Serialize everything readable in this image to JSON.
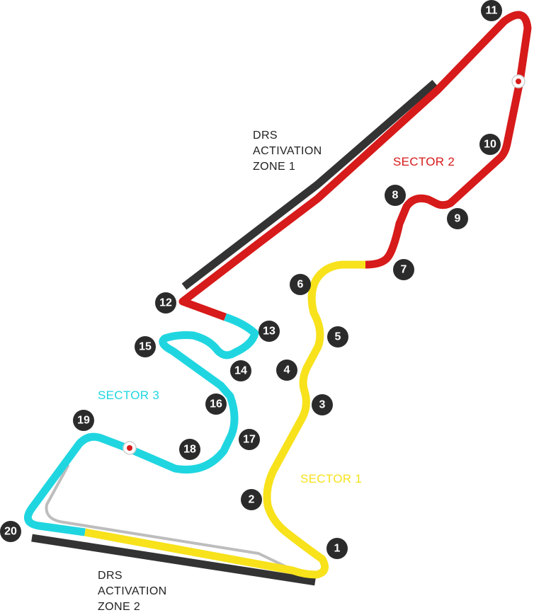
{
  "colors": {
    "sector1": "#f7e21b",
    "sector2": "#d71a1a",
    "sector3": "#1fd6e0",
    "pit_lane": "#bdbdbd",
    "drs_zone": "#333333",
    "marker": "#2b2b2b",
    "marker_text": "#ffffff"
  },
  "sectors": [
    {
      "label": "SECTOR 1",
      "color": "#f7e21b"
    },
    {
      "label": "SECTOR 2",
      "color": "#d71a1a"
    },
    {
      "label": "SECTOR 3",
      "color": "#1fd6e0"
    }
  ],
  "drs_zones": [
    {
      "lines": [
        "DRS",
        "ACTIVATION",
        "ZONE 1"
      ]
    },
    {
      "lines": [
        "DRS",
        "ACTIVATION",
        "ZONE 2"
      ]
    }
  ],
  "turns": [
    "1",
    "2",
    "3",
    "4",
    "5",
    "6",
    "7",
    "8",
    "9",
    "10",
    "11",
    "12",
    "13",
    "14",
    "15",
    "16",
    "17",
    "18",
    "19",
    "20"
  ]
}
